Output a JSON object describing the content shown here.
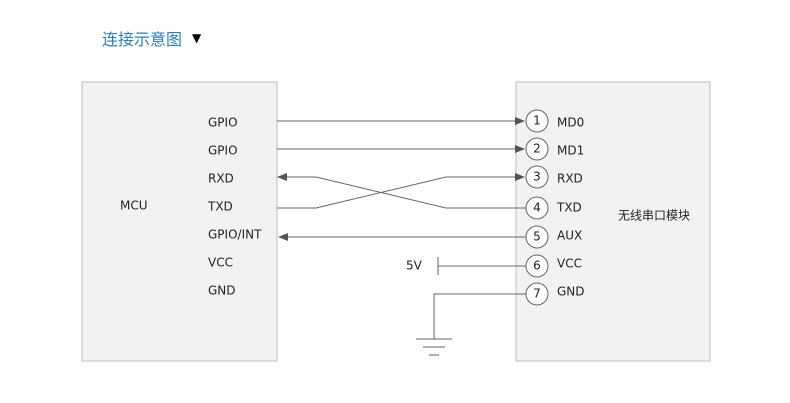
{
  "header": {
    "title": "连接示意图",
    "dropdown_icon": "triangle-down-icon"
  },
  "mcu": {
    "name": "MCU",
    "pins": [
      "GPIO",
      "GPIO",
      "RXD",
      "TXD",
      "GPIO/INT",
      "VCC",
      "GND"
    ]
  },
  "module": {
    "name": "无线串口模块",
    "pins": [
      {
        "num": "1",
        "label": "MD0"
      },
      {
        "num": "2",
        "label": "MD1"
      },
      {
        "num": "3",
        "label": "RXD"
      },
      {
        "num": "4",
        "label": "TXD"
      },
      {
        "num": "5",
        "label": "AUX"
      },
      {
        "num": "6",
        "label": "VCC"
      },
      {
        "num": "7",
        "label": "GND"
      }
    ]
  },
  "power": {
    "label": "5V"
  },
  "colors": {
    "header": "#2a7fc4",
    "box_fill": "#f2f2f2",
    "box_stroke": "#bdbdbd",
    "wire": "#666666"
  }
}
